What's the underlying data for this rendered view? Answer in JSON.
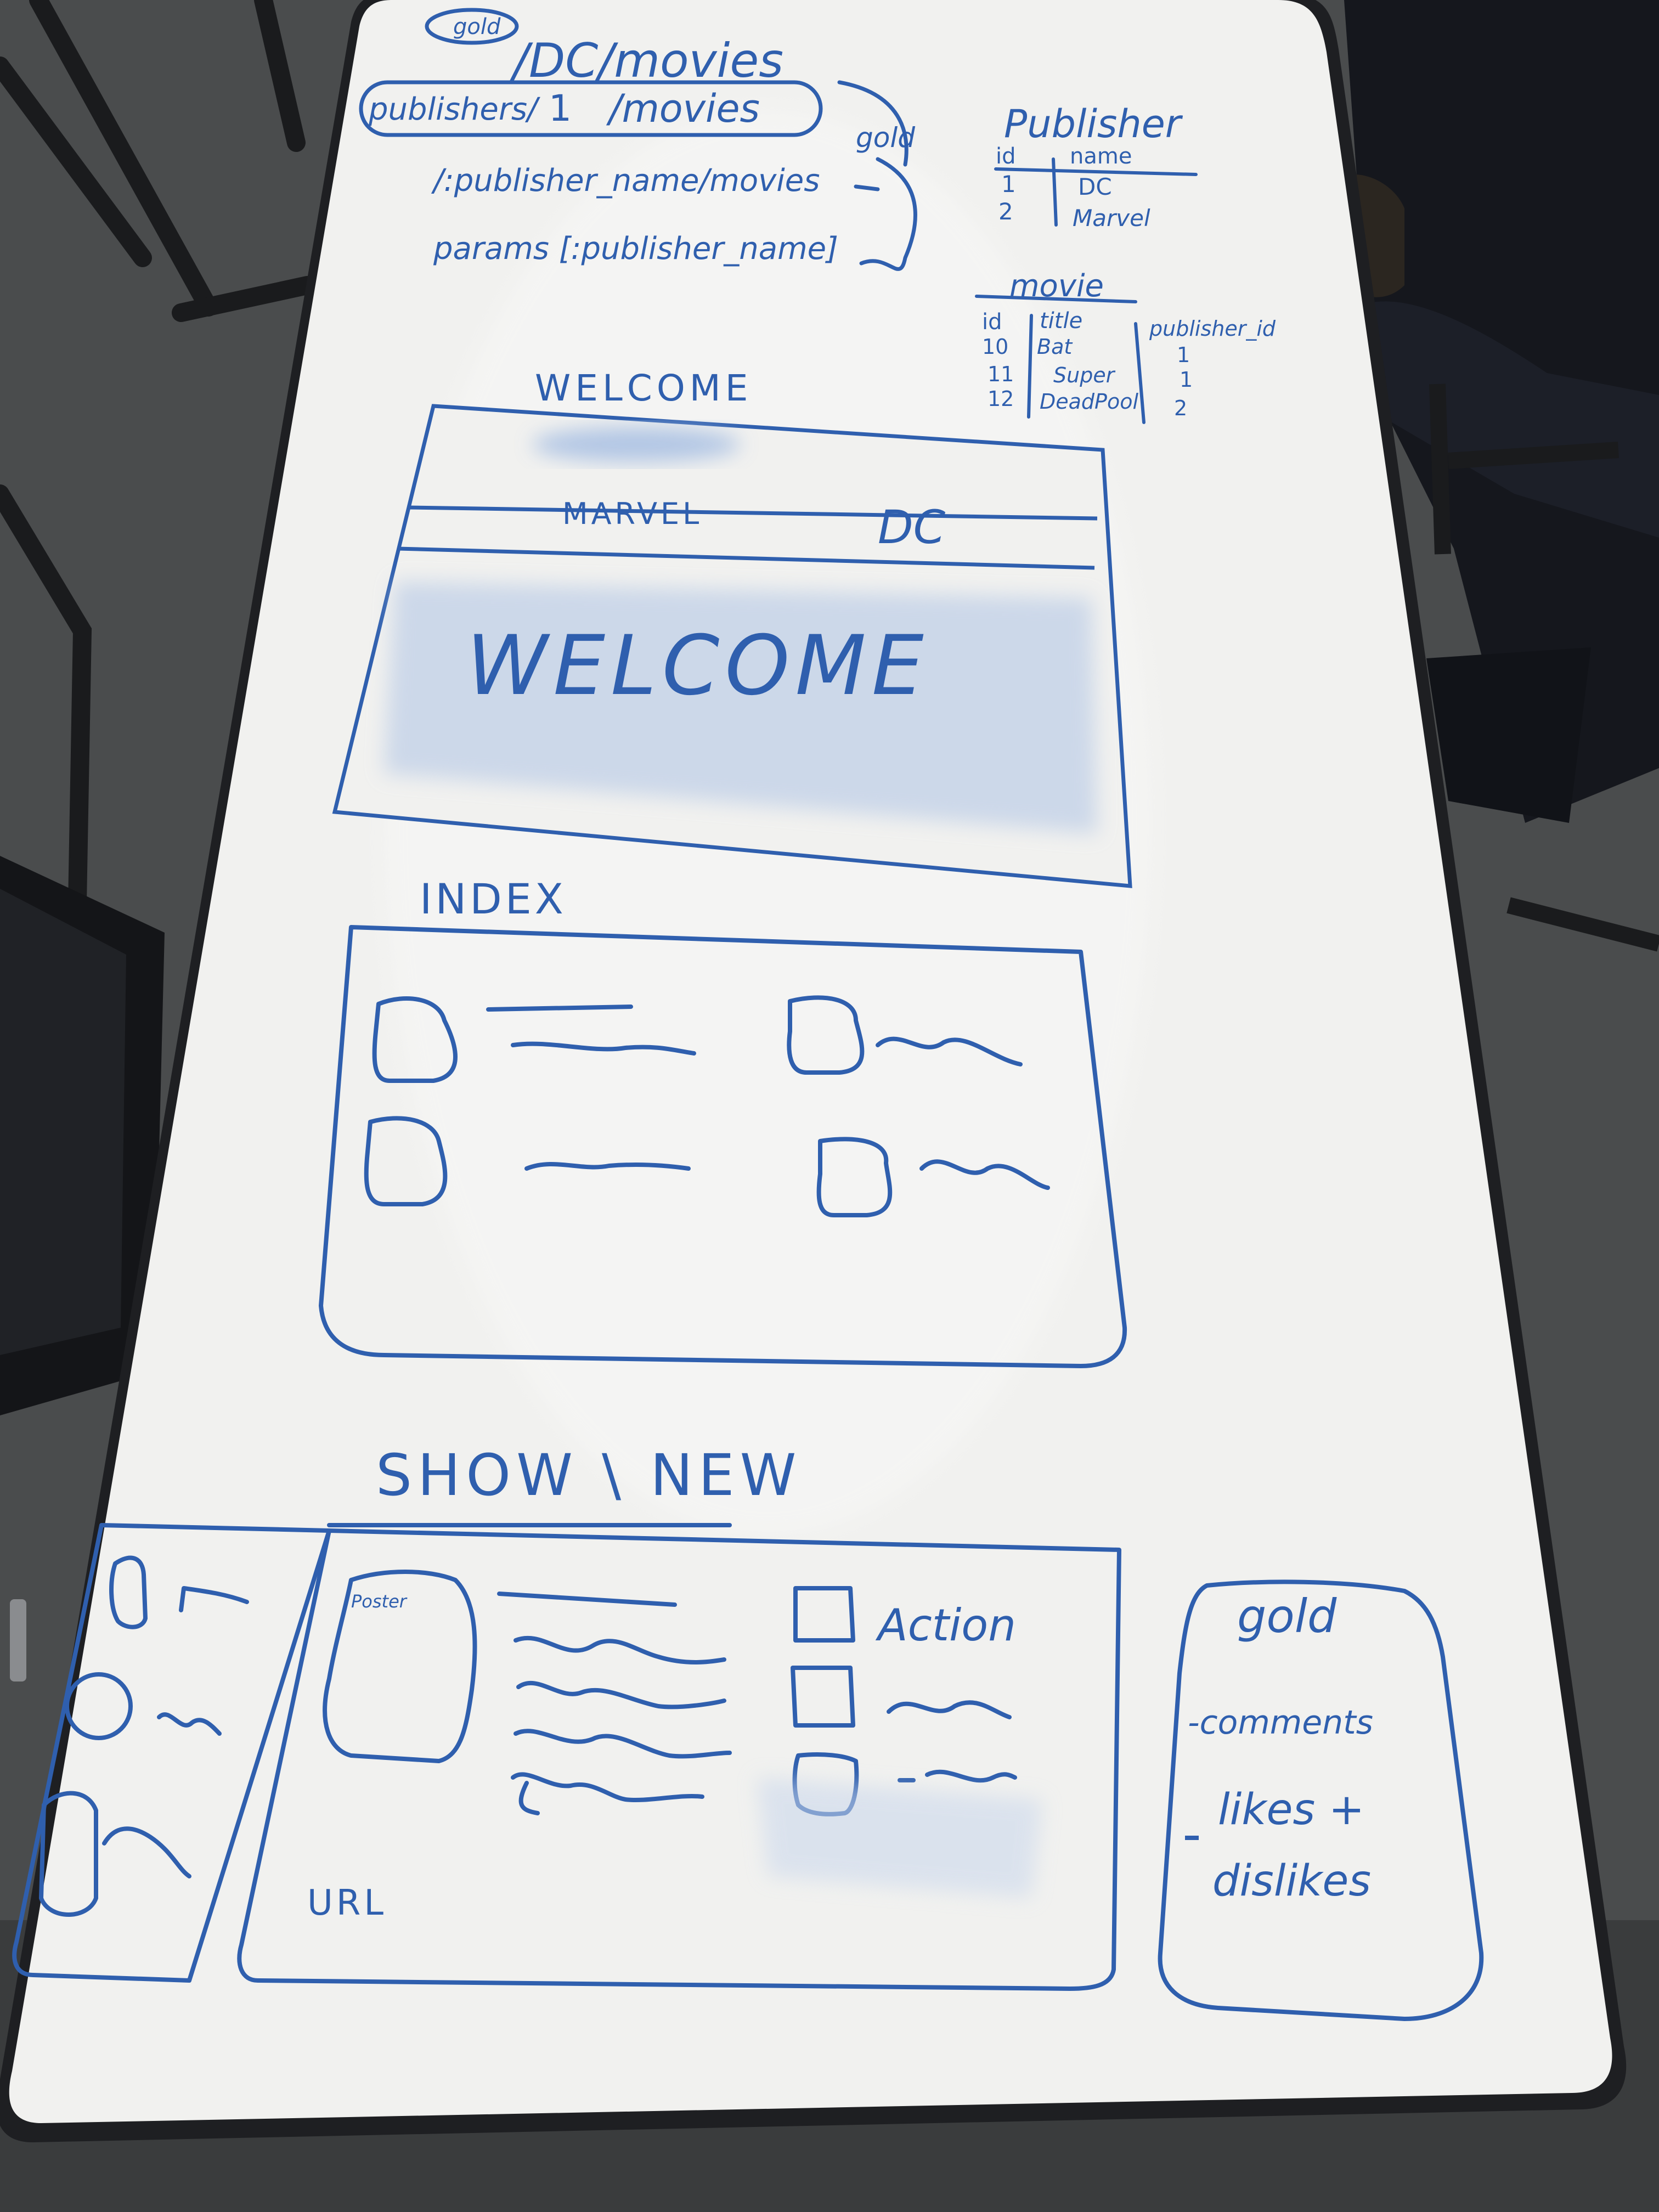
{
  "colors": {
    "floor": "#4a4c4d",
    "floor_dark": "#2f3132",
    "board": "#f1f1ef",
    "board_edge": "#1e1f22",
    "marker": "#2f5fae",
    "smudge": "#b9cbe6",
    "clothing": "#16181f"
  },
  "top_notes": {
    "gold_tag": "gold",
    "route_dc": "/DC/movies",
    "route_nested_publisher": "publishers/",
    "route_nested_id": "1",
    "route_nested_movies": "/movies",
    "route_param": "/:publisher_name/movies",
    "params_line": "params [:publisher_name]",
    "gold_side": "gold"
  },
  "publisher_table": {
    "title": "Publisher",
    "headers": [
      "id",
      "name"
    ],
    "rows": [
      [
        "1",
        "DC"
      ],
      [
        "2",
        "Marvel"
      ]
    ]
  },
  "movie_table": {
    "title": "movie",
    "headers": [
      "id",
      "title",
      "publisher_id"
    ],
    "rows": [
      [
        "10",
        "Bat",
        "1"
      ],
      [
        "11",
        "Super",
        "1"
      ],
      [
        "12",
        "DeadPool",
        "2"
      ]
    ]
  },
  "welcome_sketch": {
    "heading": "WELCOME",
    "nav_left": "MARVEL",
    "nav_right": "DC",
    "body_text": "WELCOME"
  },
  "index_sketch": {
    "heading": "INDEX"
  },
  "show_sketch": {
    "heading": "SHOW \\ NEW",
    "poster_label": "Poster",
    "checkbox_label": "Action",
    "url_label": "URL"
  },
  "gold_panel": {
    "title": "gold",
    "item_1": "-comments",
    "item_2": "likes +",
    "item_3": "dislikes"
  }
}
